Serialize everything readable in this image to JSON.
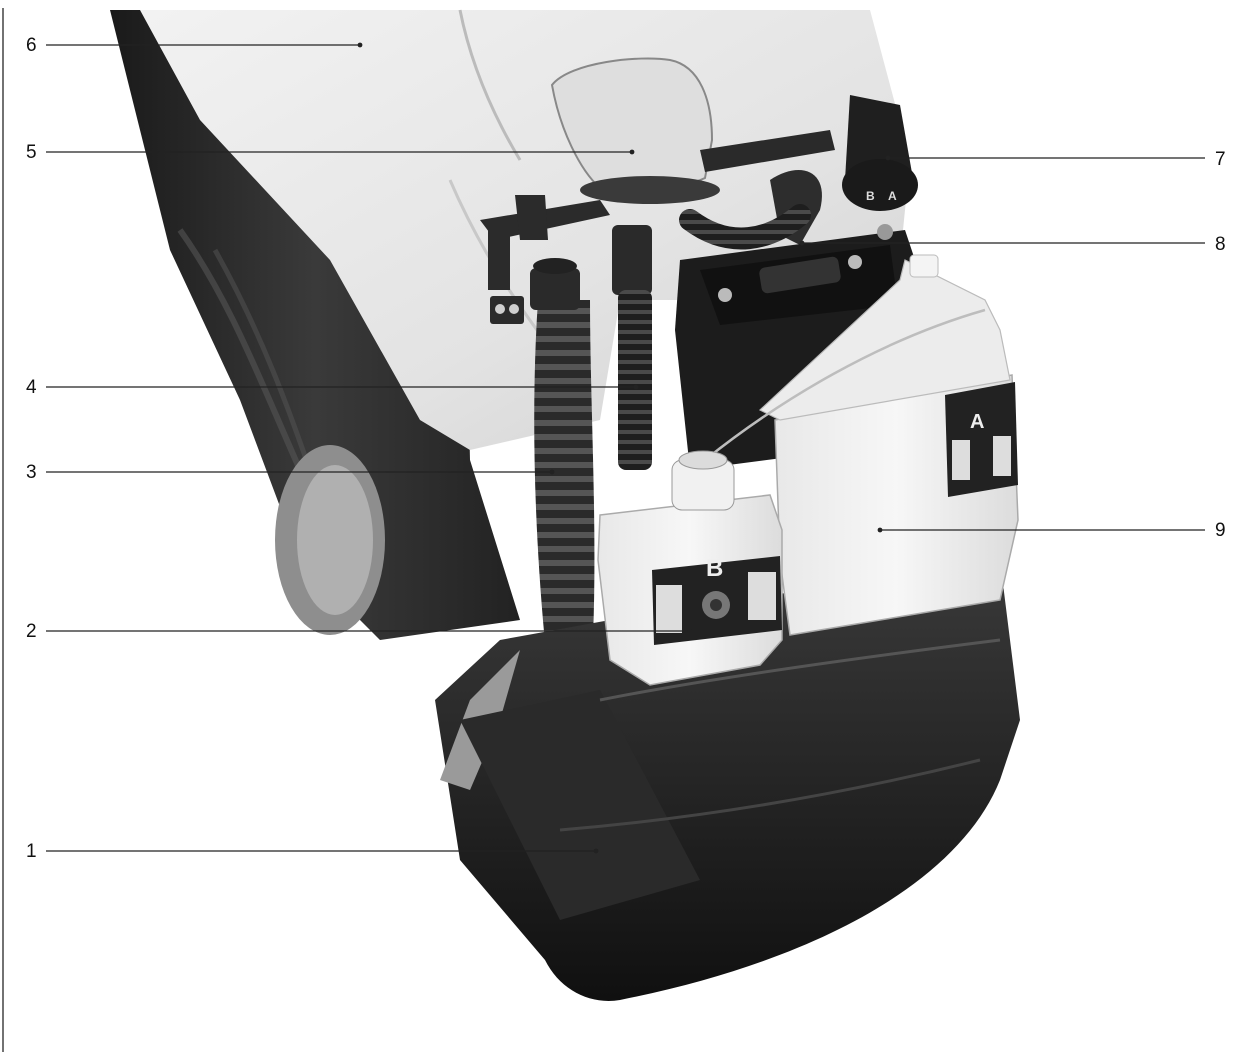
{
  "figure": {
    "callouts": [
      {
        "label": "1"
      },
      {
        "label": "2"
      },
      {
        "label": "3"
      },
      {
        "label": "4"
      },
      {
        "label": "5"
      },
      {
        "label": "6"
      },
      {
        "label": "7"
      },
      {
        "label": "8"
      },
      {
        "label": "9"
      }
    ],
    "decals": {
      "tank_b_letter": "B",
      "tank_a_letter": "A",
      "cap_b_letter": "B",
      "cap_a_letter": "A"
    }
  }
}
